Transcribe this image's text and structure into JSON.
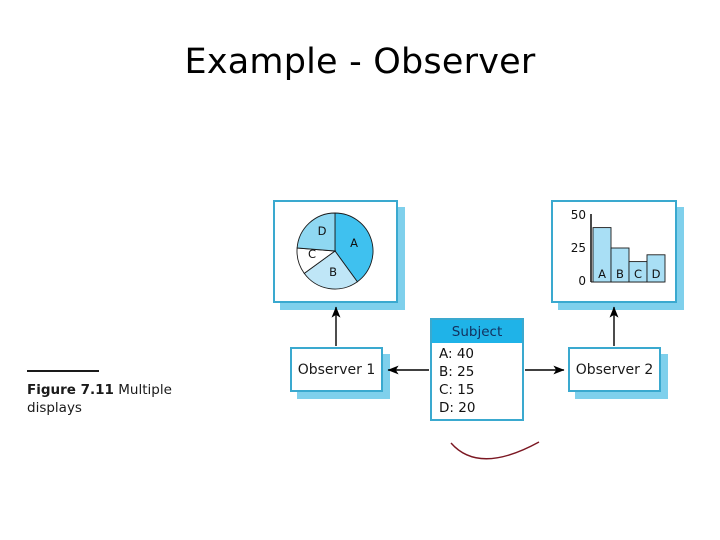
{
  "slide": {
    "title": "Example - Observer"
  },
  "figure_caption": {
    "label": "Figure 7.11",
    "text": "Multiple displays"
  },
  "diagram": {
    "subject": {
      "header": "Subject",
      "rows": [
        {
          "key": "A",
          "value": "40",
          "line": "A: 40"
        },
        {
          "key": "B",
          "value": "25",
          "line": "B: 25"
        },
        {
          "key": "C",
          "value": "15",
          "line": "C: 15"
        },
        {
          "key": "D",
          "value": "20",
          "line": "D: 20"
        }
      ]
    },
    "observers": [
      {
        "label": "Observer 1"
      },
      {
        "label": "Observer 2"
      }
    ],
    "colors": {
      "panel_border": "#3aa9cf",
      "panel_shadow": "#7fd0ec",
      "subject_header": "#1fb3e8",
      "subject_header_text": "#12305e",
      "pie_slice_a": "#3fc1ef",
      "pie_slice_b": "#bfe6f7",
      "pie_slice_c": "#ffffff",
      "pie_slice_d": "#8fd8f2",
      "bar_fill": "#a9dff5",
      "arrow": "#000000",
      "curve": "#7b1722"
    }
  },
  "chart_data": [
    {
      "type": "pie",
      "title": "Observer 1 pie display",
      "categories": [
        "A",
        "B",
        "C",
        "D"
      ],
      "values": [
        40,
        25,
        15,
        20
      ],
      "labels": [
        "A",
        "B",
        "C",
        "D"
      ],
      "start_angle_deg": 0,
      "direction": "clockwise",
      "slice_colors": [
        "#3fc1ef",
        "#bfe6f7",
        "#ffffff",
        "#8fd8f2"
      ],
      "legend": "none",
      "grid": false
    },
    {
      "type": "bar",
      "title": "Observer 2 bar display",
      "categories": [
        "A",
        "B",
        "C",
        "D"
      ],
      "values": [
        40,
        25,
        15,
        20
      ],
      "bar_labels": [
        "A",
        "B",
        "C",
        "D"
      ],
      "xlabel": "",
      "ylabel": "",
      "ylim": [
        0,
        50
      ],
      "yticks": [
        0,
        25,
        50
      ],
      "ytick_labels": [
        "0",
        "25",
        "50"
      ],
      "bar_color": "#a9dff5",
      "legend": "none",
      "grid": false
    }
  ]
}
